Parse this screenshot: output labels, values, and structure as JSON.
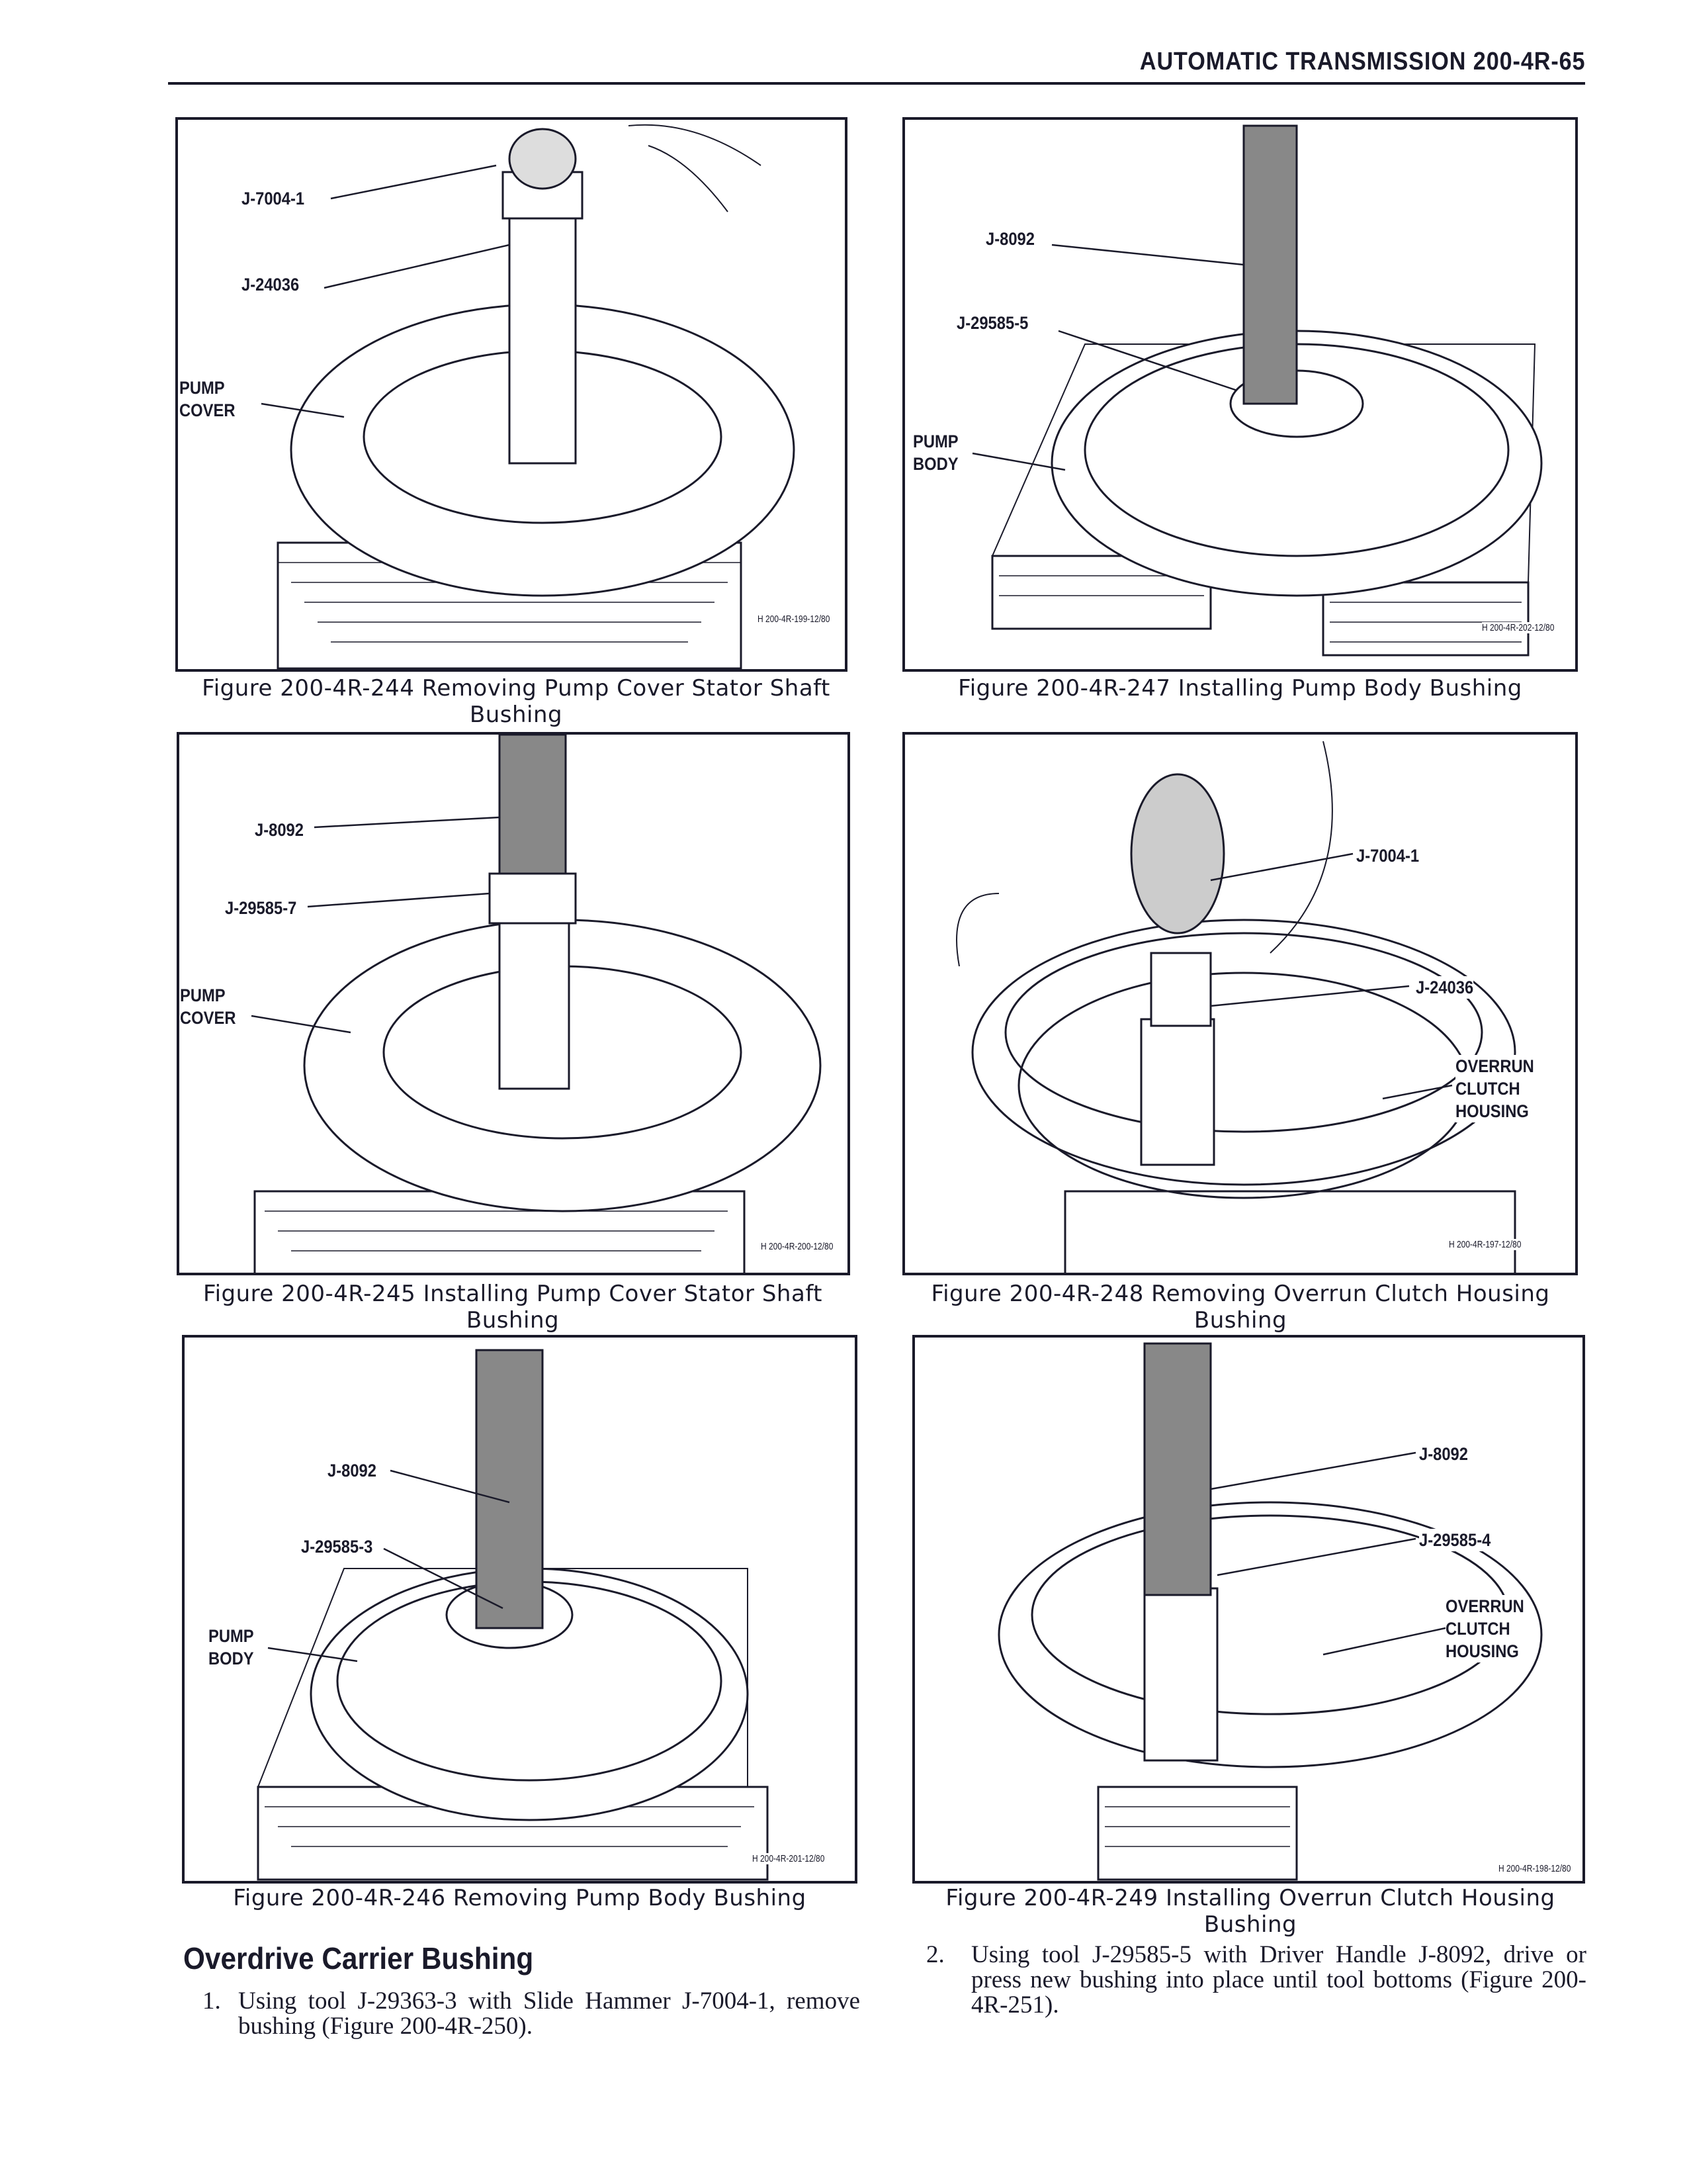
{
  "header": {
    "title": "AUTOMATIC TRANSMISSION  200-4R-65"
  },
  "figures": [
    {
      "caption": "Figure 200-4R-244 Removing Pump Cover Stator Shaft Bushing",
      "code": "H 200-4R-199-12/80",
      "labels": [
        "J-7004-1",
        "J-24036",
        "PUMP\nCOVER"
      ]
    },
    {
      "caption": "Figure 200-4R-247 Installing Pump Body Bushing",
      "code": "H 200-4R-202-12/80",
      "labels": [
        "J-8092",
        "J-29585-5",
        "PUMP\nBODY"
      ]
    },
    {
      "caption": "Figure 200-4R-245 Installing Pump Cover Stator Shaft Bushing",
      "code": "H 200-4R-200-12/80",
      "labels": [
        "J-8092",
        "J-29585-7",
        "PUMP\nCOVER"
      ]
    },
    {
      "caption": "Figure 200-4R-248 Removing Overrun Clutch Housing Bushing",
      "code": "H 200-4R-197-12/80",
      "labels": [
        "J-7004-1",
        "J-24036",
        "OVERRUN\nCLUTCH\nHOUSING"
      ]
    },
    {
      "caption": "Figure 200-4R-246 Removing Pump Body Bushing",
      "code": "H 200-4R-201-12/80",
      "labels": [
        "J-8092",
        "J-29585-3",
        "PUMP\nBODY"
      ]
    },
    {
      "caption": "Figure 200-4R-249 Installing Overrun Clutch Housing Bushing",
      "code": "H 200-4R-198-12/80",
      "labels": [
        "J-8092",
        "J-29585-4",
        "OVERRUN\nCLUTCH\nHOUSING"
      ]
    }
  ],
  "section": {
    "heading": "Overdrive Carrier Bushing",
    "steps": [
      {
        "num": "1.",
        "text": "Using tool J-29363-3 with Slide Hammer J-7004-1, remove bushing (Figure 200-4R-250)."
      },
      {
        "num": "2.",
        "text": "Using tool J-29585-5 with Driver Handle J-8092, drive or press new bushing into place until tool bottoms (Figure 200-4R-251)."
      }
    ]
  }
}
